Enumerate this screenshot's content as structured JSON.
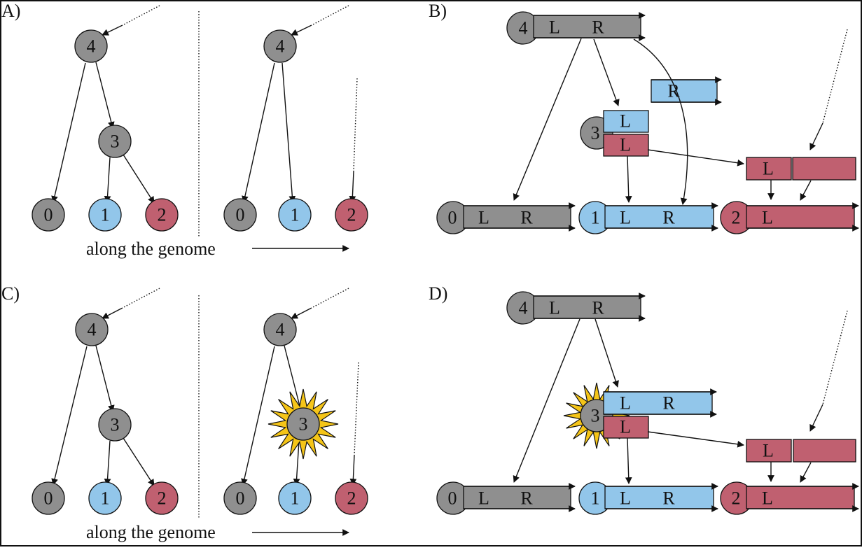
{
  "panels": {
    "a": "A)",
    "b": "B)",
    "c": "C)",
    "d": "D)"
  },
  "caption": "along the genome",
  "nodes": {
    "n0": "0",
    "n1": "1",
    "n2": "2",
    "n3": "3",
    "n4": "4"
  },
  "segments": {
    "left": "L",
    "right": "R"
  },
  "colors": {
    "gray": "#8f8f8f",
    "blue": "#92c6ea",
    "red": "#c06070",
    "sun": "#f5c518",
    "line": "#111111"
  }
}
